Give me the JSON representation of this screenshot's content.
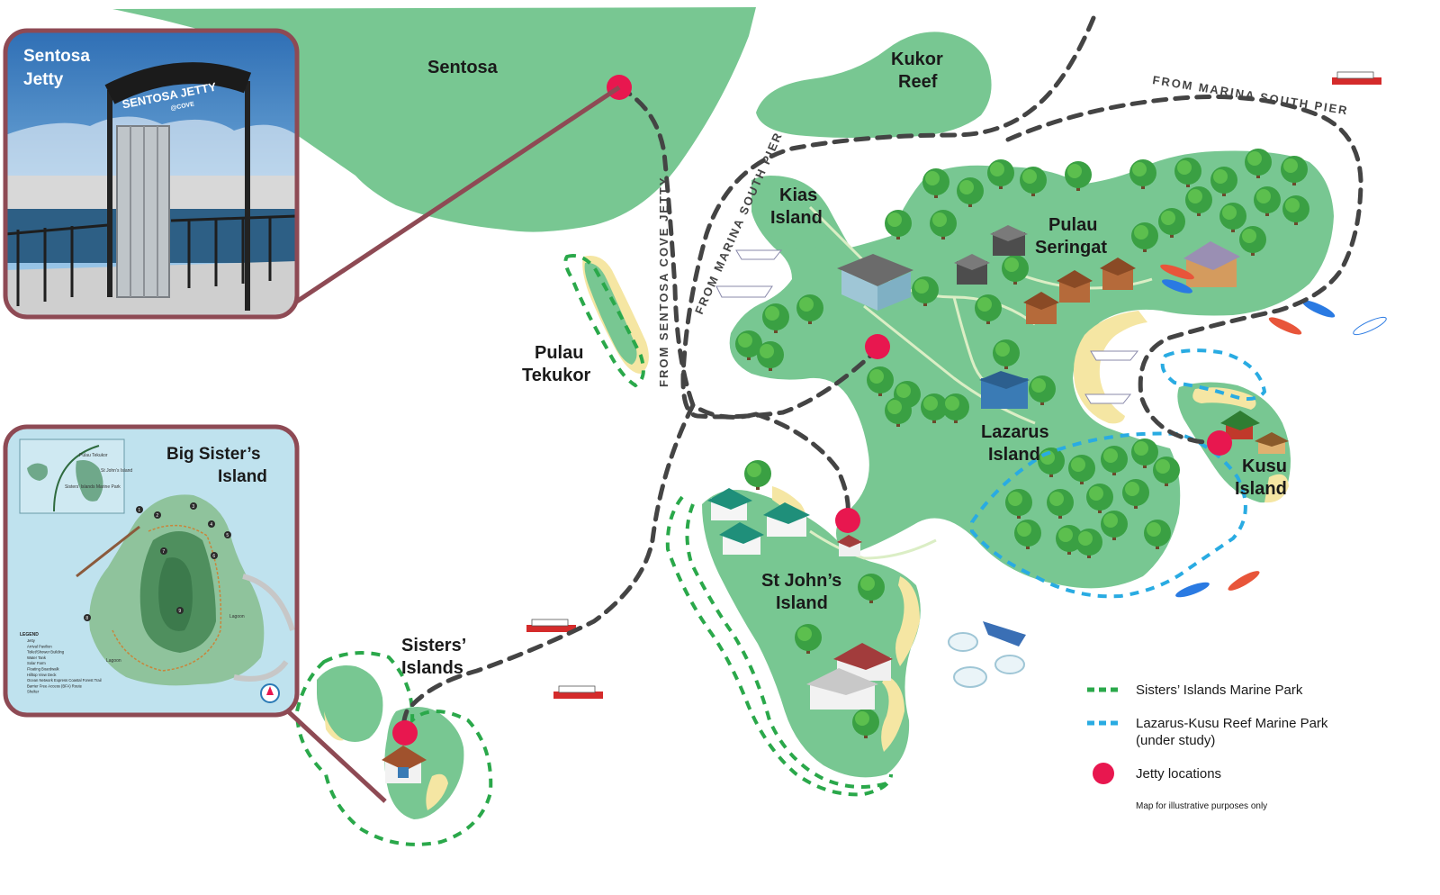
{
  "colors": {
    "land": "#78c792",
    "sand": "#f5e6a3",
    "route": "#444444",
    "jetty": "#e8174f",
    "sisters_park": "#2aa84a",
    "lazarus_park": "#29abe2",
    "frame": "#8e4a54"
  },
  "labels": {
    "sentosa": "Sentosa",
    "kukor_reef": [
      "Kukor",
      "Reef"
    ],
    "kias_island": [
      "Kias",
      "Island"
    ],
    "pulau_seringat": [
      "Pulau",
      "Seringat"
    ],
    "pulau_tekukor": [
      "Pulau",
      "Tekukor"
    ],
    "lazarus_island": [
      "Lazarus",
      "Island"
    ],
    "kusu_island": [
      "Kusu",
      "Island"
    ],
    "st_johns_island": [
      "St John’s",
      "Island"
    ],
    "sisters_islands": [
      "Sisters’",
      "Islands"
    ]
  },
  "routes": {
    "marina_south_pier_north": "FROM MARINA SOUTH PIER",
    "marina_south_pier_west": "FROM MARINA SOUTH PIER",
    "sentosa_cove": "FROM SENTOSA COVE JETTY"
  },
  "insets": {
    "sentosa_jetty": {
      "title": [
        "Sentosa",
        "Jetty"
      ],
      "sign": "SENTOSA JETTY",
      "sign_sub": "@COVE"
    },
    "big_sister": {
      "title": [
        "Big Sister’s",
        "Island"
      ],
      "mini_labels": [
        "Pulau Tekukor",
        "St John’s Island",
        "Sisters’ Islands Marine Park",
        "Lagoon",
        "Lagoon"
      ],
      "legend_title": "LEGEND",
      "legend_items": [
        "Jetty",
        "Arrival Pavilion",
        "Toilet/Shower Building",
        "Water Tank",
        "Solar Farm",
        "Floating Boardwalk",
        "Hilltop View Deck",
        "Ocean Network Express Coastal Forest Trail",
        "Barrier Free Access (BFA) Route",
        "Shelter"
      ],
      "markers": [
        "1",
        "2",
        "3",
        "4",
        "5",
        "6",
        "7",
        "8",
        "9"
      ]
    }
  },
  "legend": {
    "sisters": "Sisters’ Islands Marine Park",
    "lazarus": [
      "Lazarus-Kusu Reef Marine Park",
      "(under study)"
    ],
    "jetty": "Jetty locations",
    "note": "Map for illustrative purposes only"
  }
}
